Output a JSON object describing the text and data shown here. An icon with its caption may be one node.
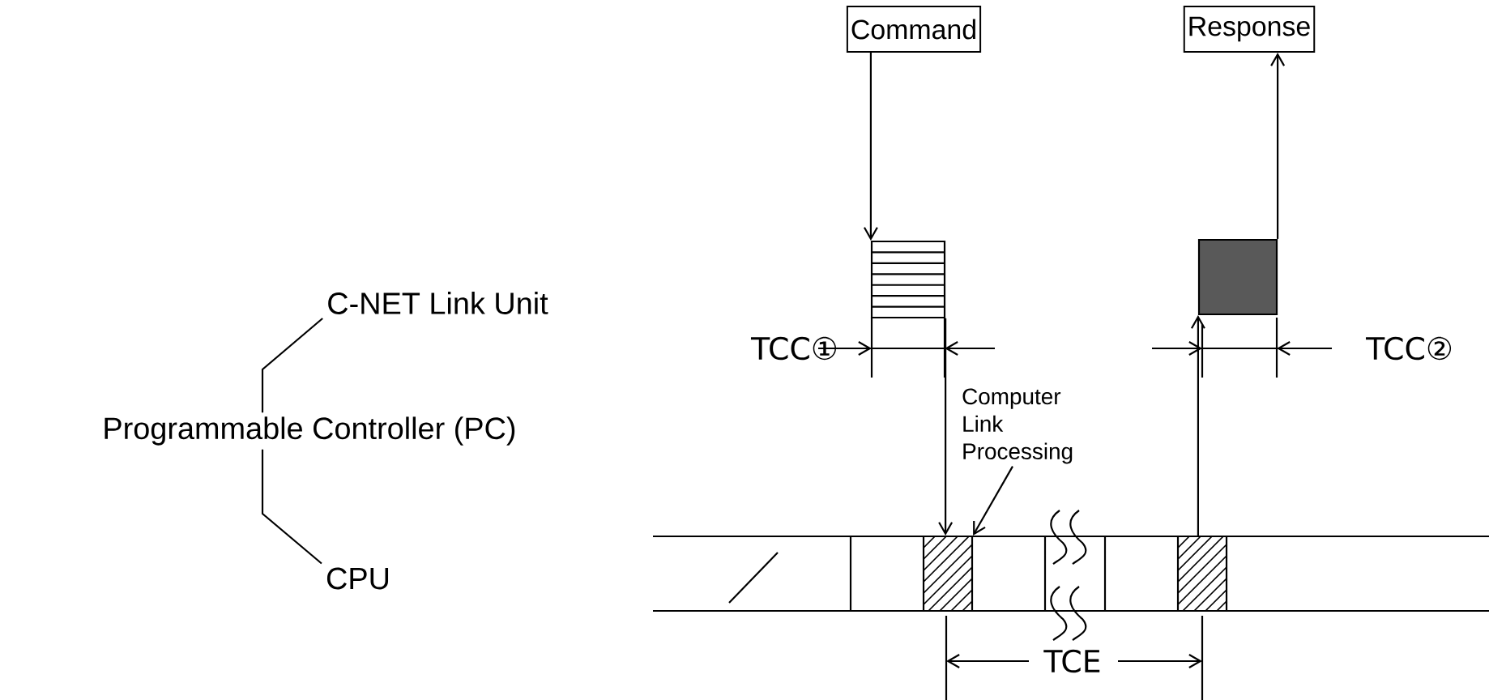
{
  "diagram": {
    "nodes": [
      {
        "text": [
          "Command"
        ]
      },
      {
        "text": [
          "Response"
        ]
      },
      {
        "text": [],
        "shape": "box"
      },
      {
        "text": [],
        "shape": "box"
      },
      {
        "text": [],
        "shape": "box"
      },
      {
        "text": [],
        "shape": "box"
      },
      {
        "text": [
          "Programmable Controller (PC)"
        ]
      },
      {
        "text": [
          "C-NET Link Unit"
        ]
      },
      {
        "text": [
          "CPU"
        ]
      },
      {
        "text": [
          "Computer Link Processing"
        ]
      }
    ],
    "edges": [
      {
        "from": 0,
        "to": 2,
        "arrow": "to"
      },
      {
        "from": 2,
        "to": 4,
        "arrow": "to"
      },
      {
        "from": 5,
        "to": 3,
        "arrow": "to"
      },
      {
        "from": 3,
        "to": 1,
        "arrow": "to"
      },
      {
        "from": 9,
        "to": 4,
        "arrow": "to"
      },
      {
        "from": 6,
        "to": 7,
        "arrow": "none"
      },
      {
        "from": 6,
        "to": 8,
        "arrow": "none"
      }
    ],
    "labels": [
      "TCC①",
      "TCC②",
      "TCE"
    ]
  }
}
